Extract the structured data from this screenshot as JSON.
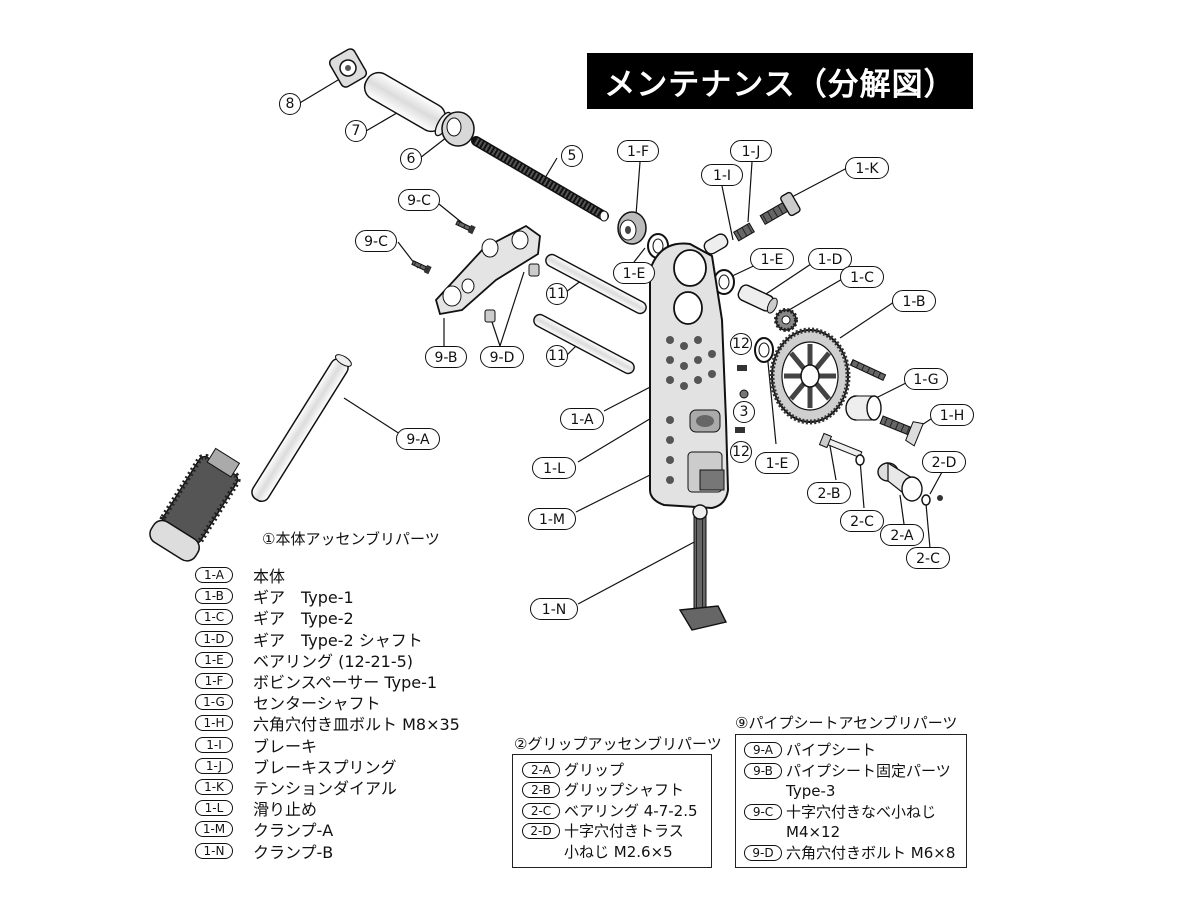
{
  "title": "メンテナンス（分解図）",
  "diagram_labels": {
    "n8": "8",
    "n7": "7",
    "n6": "6",
    "n5": "5",
    "n11a": "11",
    "n11b": "11",
    "n12a": "12",
    "n3": "3",
    "n12b": "12",
    "l1F": "1-F",
    "l1J": "1-J",
    "l1I": "1-I",
    "l1K": "1-K",
    "l1E_top": "1-E",
    "l1E_mid": "1-E",
    "l1D": "1-D",
    "l1C": "1-C",
    "l1B": "1-B",
    "l1G": "1-G",
    "l1H": "1-H",
    "l1E_low": "1-E",
    "l2D": "2-D",
    "l2B": "2-B",
    "l2C_a": "2-C",
    "l2A": "2-A",
    "l2C_b": "2-C",
    "l9C_a": "9-C",
    "l9C_b": "9-C",
    "l9B": "9-B",
    "l9D": "9-D",
    "l9A": "9-A",
    "l1A": "1-A",
    "l1L": "1-L",
    "l1M": "1-M",
    "l1N": "1-N"
  },
  "legend_body": {
    "title": "①本体アッセンブリパーツ",
    "items": [
      {
        "code": "1-A",
        "name": "本体"
      },
      {
        "code": "1-B",
        "name": "ギア　Type-1"
      },
      {
        "code": "1-C",
        "name": "ギア　Type-2"
      },
      {
        "code": "1-D",
        "name": "ギア　Type-2 シャフト"
      },
      {
        "code": "1-E",
        "name": "ベアリング (12-21-5)"
      },
      {
        "code": "1-F",
        "name": "ボビンスペーサー Type-1"
      },
      {
        "code": "1-G",
        "name": "センターシャフト"
      },
      {
        "code": "1-H",
        "name": "六角穴付き皿ボルト M8×35"
      },
      {
        "code": "1-I",
        "name": "ブレーキ"
      },
      {
        "code": "1-J",
        "name": "ブレーキスプリング"
      },
      {
        "code": "1-K",
        "name": "テンションダイアル"
      },
      {
        "code": "1-L",
        "name": "滑り止め"
      },
      {
        "code": "1-M",
        "name": "クランプ-A"
      },
      {
        "code": "1-N",
        "name": "クランプ-B"
      }
    ]
  },
  "legend_grip": {
    "title": "②グリップアッセンブリパーツ",
    "items": [
      {
        "code": "2-A",
        "name": "グリップ",
        "cont": ""
      },
      {
        "code": "2-B",
        "name": "グリップシャフト",
        "cont": ""
      },
      {
        "code": "2-C",
        "name": "ベアリング 4-7-2.5",
        "cont": ""
      },
      {
        "code": "2-D",
        "name": "十字穴付きトラス",
        "cont": "小ねじ M2.6×5"
      }
    ]
  },
  "legend_pipe": {
    "title": "⑨パイプシートアセンブリパーツ",
    "items": [
      {
        "code": "9-A",
        "name": "パイプシート",
        "cont": ""
      },
      {
        "code": "9-B",
        "name": "パイプシート固定パーツ",
        "cont": "Type-3"
      },
      {
        "code": "9-C",
        "name": "十字穴付きなべ小ねじ",
        "cont": "M4×12"
      },
      {
        "code": "9-D",
        "name": "六角穴付きボルト M6×8",
        "cont": ""
      }
    ]
  },
  "colors": {
    "ink": "#111111",
    "title_bg": "#000000",
    "title_fg": "#ffffff",
    "part_fill": "#e6e6e6",
    "part_dark": "#555555"
  }
}
